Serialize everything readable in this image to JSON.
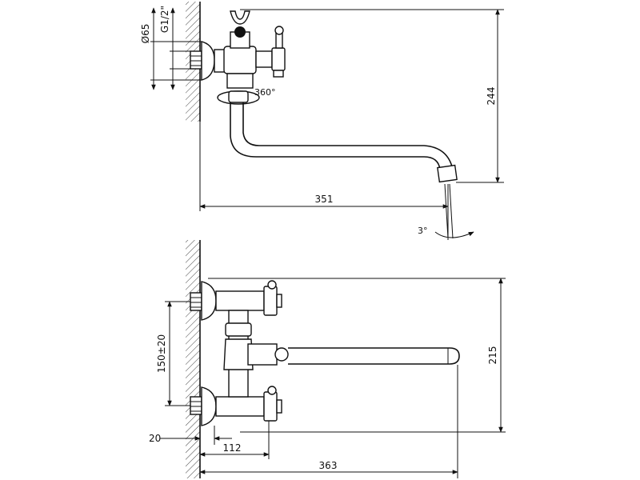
{
  "top_view": {
    "dim_diameter": "Ø65",
    "dim_thread": "G1/2\"",
    "dim_height": "244",
    "dim_length": "351",
    "dim_rotation": "360°",
    "dim_angle": "3°"
  },
  "bottom_view": {
    "dim_spacing": "150±20",
    "dim_height": "215",
    "dim_wall": "20",
    "dim_depth": "112",
    "dim_total": "363"
  }
}
